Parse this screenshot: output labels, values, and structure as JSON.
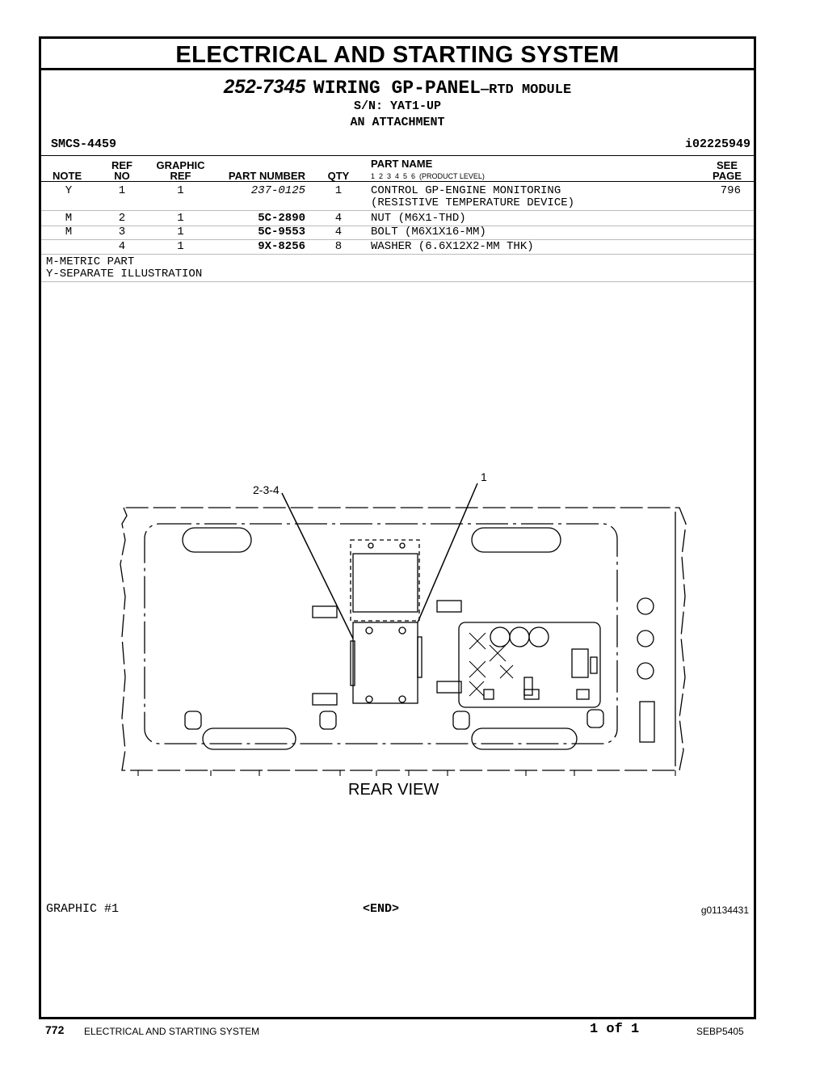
{
  "page": {
    "section_title": "ELECTRICAL AND STARTING SYSTEM",
    "part_number": "252-7345",
    "part_name": "WIRING GP-PANEL",
    "part_suffix": "—RTD MODULE",
    "serial": "S/N: YAT1-UP",
    "attachment": "AN ATTACHMENT",
    "smcs": "SMCS-4459",
    "doc_id": "i02225949"
  },
  "table": {
    "headers": {
      "note": "NOTE",
      "ref_top": "REF",
      "ref_bottom": "NO",
      "graphic_top": "GRAPHIC",
      "graphic_bottom": "REF",
      "part_number": "PART NUMBER",
      "qty": "QTY",
      "part_name": "PART NAME",
      "levels": "1  2  3  4  5  6  (PRODUCT LEVEL)",
      "see_top": "SEE",
      "see_bottom": "PAGE"
    },
    "rows": [
      {
        "note": "Y",
        "ref": "1",
        "graphic": "1",
        "part": "237-0125",
        "qty": "1",
        "name": "CONTROL GP-ENGINE MONITORING",
        "name2": "(RESISTIVE TEMPERATURE DEVICE)",
        "page": "796"
      },
      {
        "note": "M",
        "ref": "2",
        "graphic": "1",
        "part": "5C-2890",
        "qty": "4",
        "name": "NUT (M6X1-THD)",
        "name2": "",
        "page": ""
      },
      {
        "note": "M",
        "ref": "3",
        "graphic": "1",
        "part": "5C-9553",
        "qty": "4",
        "name": "BOLT (M6X1X16-MM)",
        "name2": "",
        "page": ""
      },
      {
        "note": "",
        "ref": "4",
        "graphic": "1",
        "part": "9X-8256",
        "qty": "8",
        "name": "WASHER (6.6X12X2-MM THK)",
        "name2": "",
        "page": ""
      }
    ],
    "notes": [
      "M-METRIC PART",
      "Y-SEPARATE ILLUSTRATION"
    ]
  },
  "figure": {
    "callout_a": "2-3-4",
    "callout_b": "1",
    "view_label": "REAR VIEW",
    "graphic_label": "GRAPHIC #1",
    "end_label": "<END>",
    "graphic_id": "g01134431"
  },
  "footer": {
    "page_number": "772",
    "section": "ELECTRICAL AND STARTING SYSTEM",
    "pagination": "1 of 1",
    "doc_code": "SEBP5405"
  }
}
